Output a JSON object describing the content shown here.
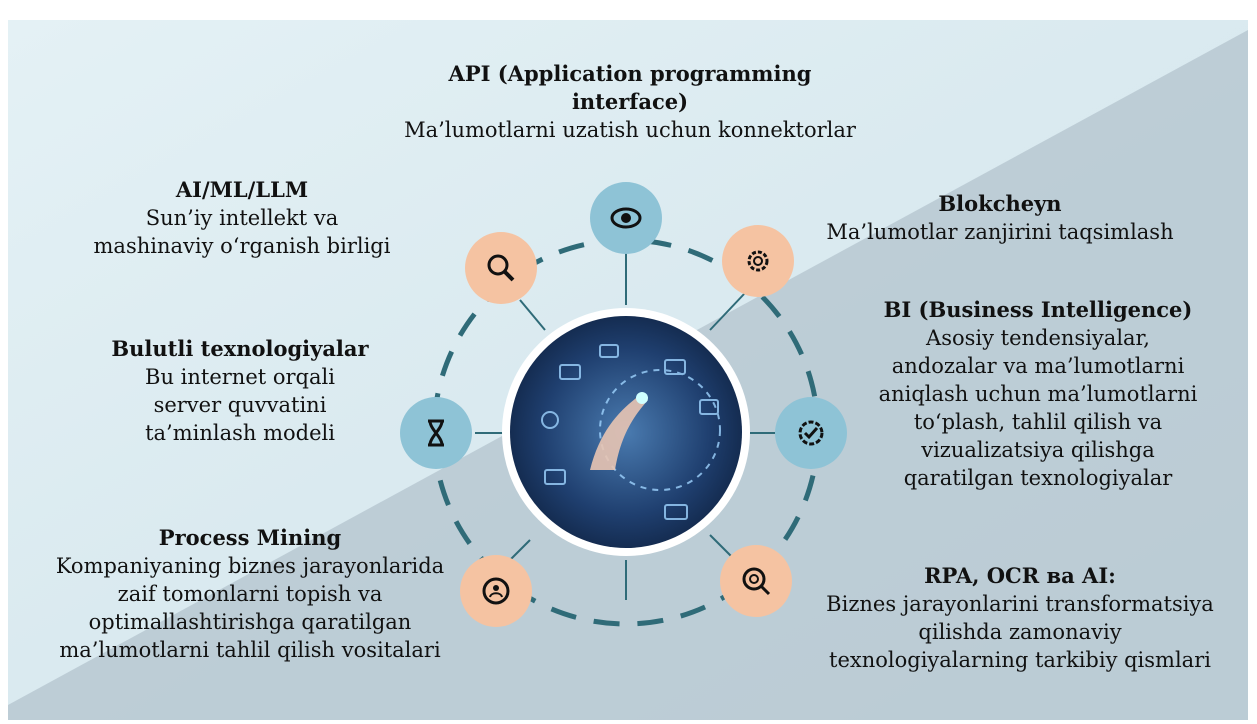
{
  "colors": {
    "background_light": "#dfeff4",
    "background_dark": "#b3c5ce",
    "ring": "#2f6b78",
    "node_blue": "#8ec3d6",
    "node_peach": "#f5c3a2"
  },
  "center_image": {
    "icon": "digital-hand-touch-image"
  },
  "items": {
    "api": {
      "title": "API (Application programming interface)",
      "desc": "Ma’lumotlarni uzatish uchun konnektorlar",
      "icon": "eye-icon"
    },
    "blockchain": {
      "title": "Blokcheyn",
      "desc": "Ma’lumotlar zanjirini taqsimlash",
      "icon": "gear-icon"
    },
    "bi": {
      "title": "BI (Business Intelligence)",
      "desc": "Asosiy tendensiyalar, andozalar va ma’lumotlarni aniqlash uchun ma’lumotlarni to‘plash, tahlil qilish va vizualizatsiya qilishga qaratilgan texnologiyalar",
      "icon": "gear-check-icon"
    },
    "rpa": {
      "title": "RPA, OCR ва AI:",
      "desc": "Biznes jarayonlarini transformatsiya qilishda zamonaviy texnologiyalarning tarkibiy qismlari",
      "icon": "search-gear-icon"
    },
    "process_mining": {
      "title": "Process Mining",
      "desc": "Kompaniyaning biznes jarayonlarida zaif tomonlarni topish va optimallashtirishga qaratilgan ma’lumotlarni tahlil qilish vositalari",
      "icon": "target-person-icon"
    },
    "cloud": {
      "title": "Bulutli texnologiyalar",
      "desc": "Bu internet orqali server quvvatini ta’minlash modeli",
      "icon": "hourglass-icon"
    },
    "ai": {
      "title": "AI/ML/LLM",
      "desc": "Sun’iy intellekt va mashinaviy o‘rganish birligi",
      "icon": "search-icon"
    }
  }
}
